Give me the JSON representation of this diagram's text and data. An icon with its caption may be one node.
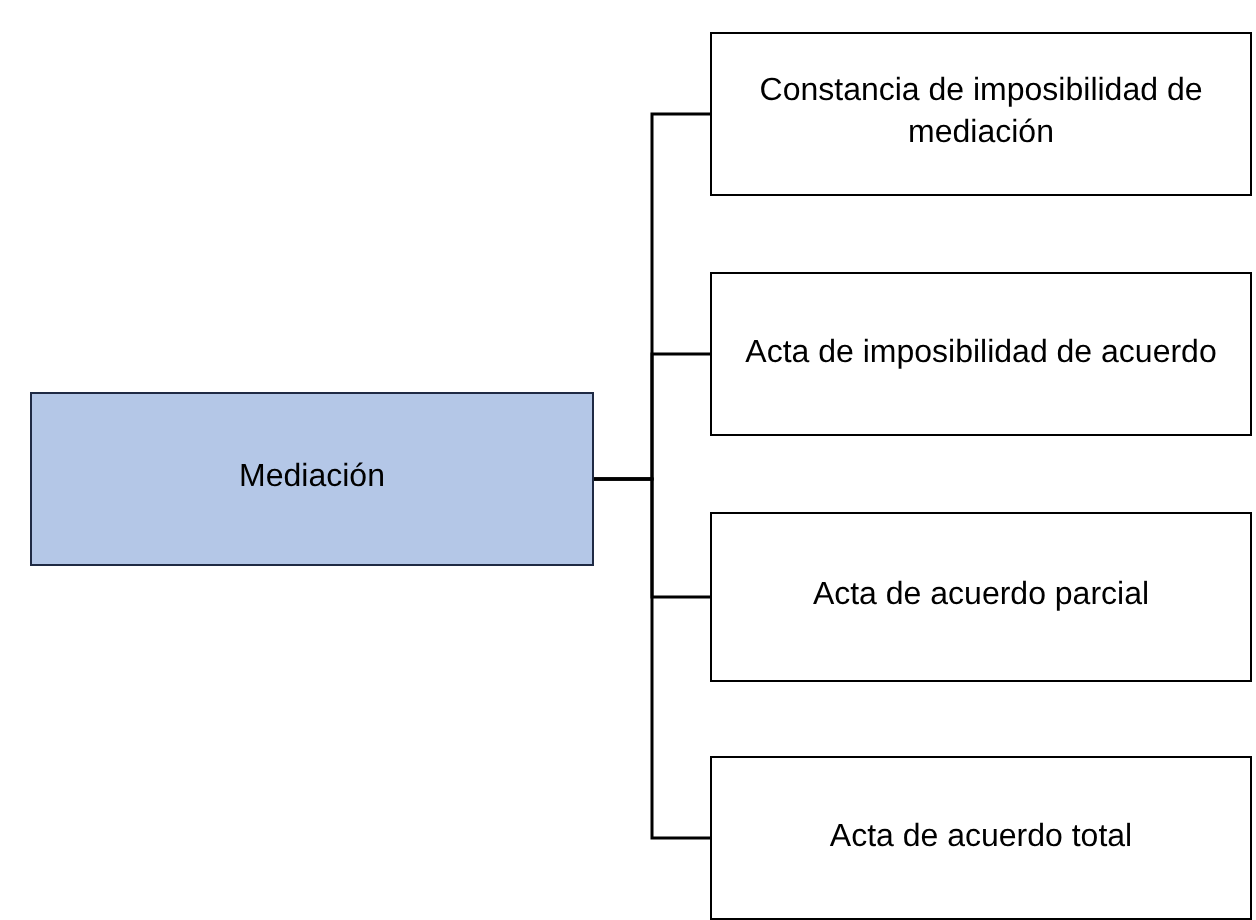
{
  "diagram": {
    "nodes": [
      {
        "text": [
          "Mediación"
        ]
      },
      {
        "text": [
          "Constancia de imposibilidad de mediación"
        ]
      },
      {
        "text": [
          "Acta de imposibilidad de acuerdo"
        ]
      },
      {
        "text": [
          "Acta de acuerdo parcial"
        ]
      },
      {
        "text": [
          "Acta de acuerdo total"
        ]
      }
    ],
    "edges": [
      {
        "from": 0,
        "to": 1,
        "arrow": "none"
      },
      {
        "from": 0,
        "to": 2,
        "arrow": "none"
      },
      {
        "from": 0,
        "to": 3,
        "arrow": "none"
      },
      {
        "from": 0,
        "to": 4,
        "arrow": "none"
      }
    ]
  }
}
